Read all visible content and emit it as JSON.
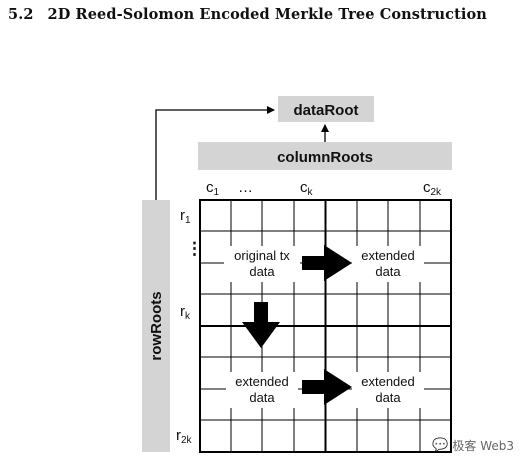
{
  "section": {
    "number": "5.2",
    "title": "2D Reed-Solomon Encoded Merkle Tree Construction"
  },
  "diagram": {
    "data_root": "dataRoot",
    "column_roots": "columnRoots",
    "row_roots": "rowRoots",
    "column_labels": {
      "c1": "c",
      "c1_sub": "1",
      "dots": "…",
      "ck": "c",
      "ck_sub": "k",
      "c2k": "c",
      "c2k_sub": "2k"
    },
    "row_labels": {
      "r1": "r",
      "r1_sub": "1",
      "dots": "⋮",
      "rk": "r",
      "rk_sub": "k",
      "r2k": "r",
      "r2k_sub": "2k"
    },
    "quadrants": {
      "top_left": [
        "original tx",
        "data"
      ],
      "top_right": [
        "extended",
        "data"
      ],
      "bottom_left": [
        "extended",
        "data"
      ],
      "bottom_right": [
        "extended",
        "data"
      ]
    },
    "colors": {
      "box": "#d4d4d4",
      "grid": "#000000",
      "arrow": "#000000"
    }
  },
  "watermark": {
    "text": "极客 Web3",
    "icon": "wechat-icon"
  }
}
